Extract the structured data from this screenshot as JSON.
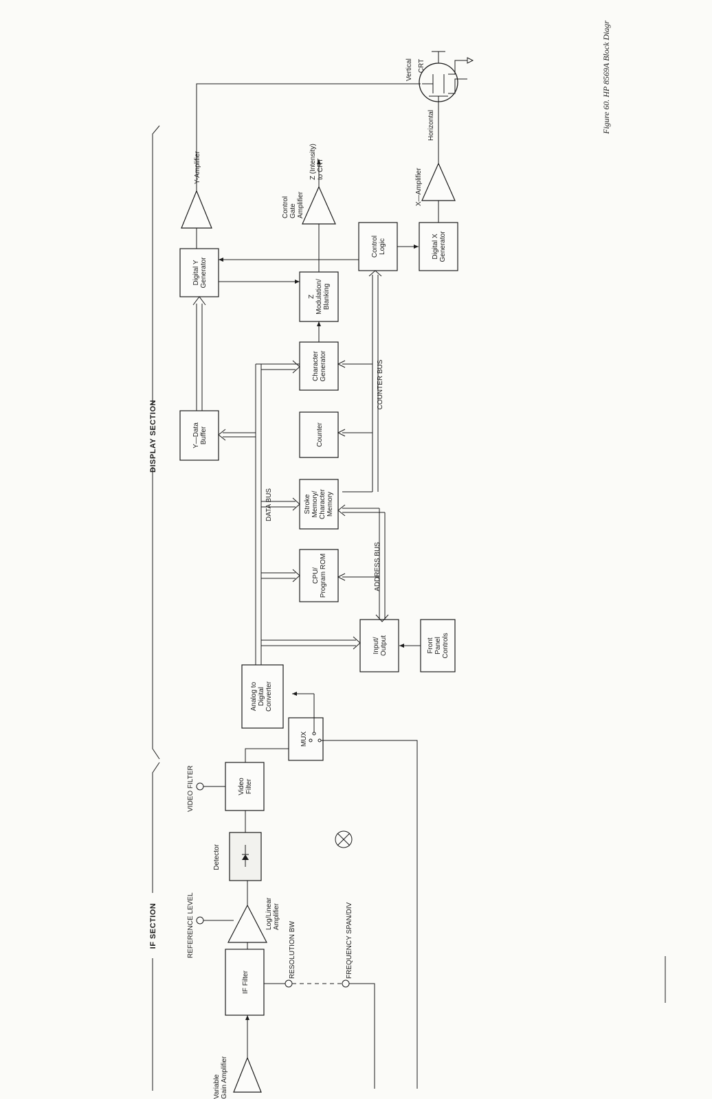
{
  "caption": "Figure 60. HP 8569A Block Diagr",
  "sections": {
    "if": "IF SECTION",
    "display": "DISPLAY SECTION"
  },
  "blocks": {
    "if_filter": "IF Filter",
    "video_filter": [
      "Video",
      "Filter"
    ],
    "detector": "Detector",
    "mux": "MUX",
    "adc": [
      "Analog to",
      "Digital",
      "Converter"
    ],
    "input_output": [
      "Input/",
      "Output"
    ],
    "front_panel": [
      "Front",
      "Panel",
      "Controls"
    ],
    "cpu": [
      "CPU/",
      "Program ROM"
    ],
    "stroke_memory": [
      "Stroke",
      "Memory/",
      "Character",
      "Memory"
    ],
    "counter": "Counter",
    "character_generator": [
      "Character",
      "Generator"
    ],
    "z_modulation": [
      "Z",
      "Modulation/",
      "Blanking"
    ],
    "control_logic": [
      "Control",
      "Logic"
    ],
    "digital_x": [
      "Digital X",
      "Generator"
    ],
    "y_data_buffer": [
      "Y—Data",
      "Buffer"
    ],
    "digital_y": [
      "Digital Y",
      "Generator"
    ]
  },
  "amplifiers": {
    "variable_gain": [
      "Variable",
      "Gain Amplifier"
    ],
    "log_linear": [
      "Log/Linear",
      "Amplifier"
    ],
    "control_gate": [
      "Control",
      "Gate",
      "Amplifier"
    ],
    "x_amplifier": "X—Amplifier",
    "y_amplifier": "Y-Amplifier"
  },
  "controls": {
    "resolution_bw": "RESOLUTION BW",
    "frequency_span": "FREQUENCY SPAN/DIV",
    "reference_level": "REFERENCE LEVEL",
    "video_filter": "VIDEO FILTER"
  },
  "buses": {
    "data": "DATA BUS",
    "address": "ADDRESS BUS",
    "counter": "COUNTER BUS"
  },
  "crt": {
    "title": "CRT",
    "vertical": "Vertical",
    "horizontal": "Horizontal",
    "z_output": [
      "Z (Intensity)",
      "to CRT"
    ]
  }
}
